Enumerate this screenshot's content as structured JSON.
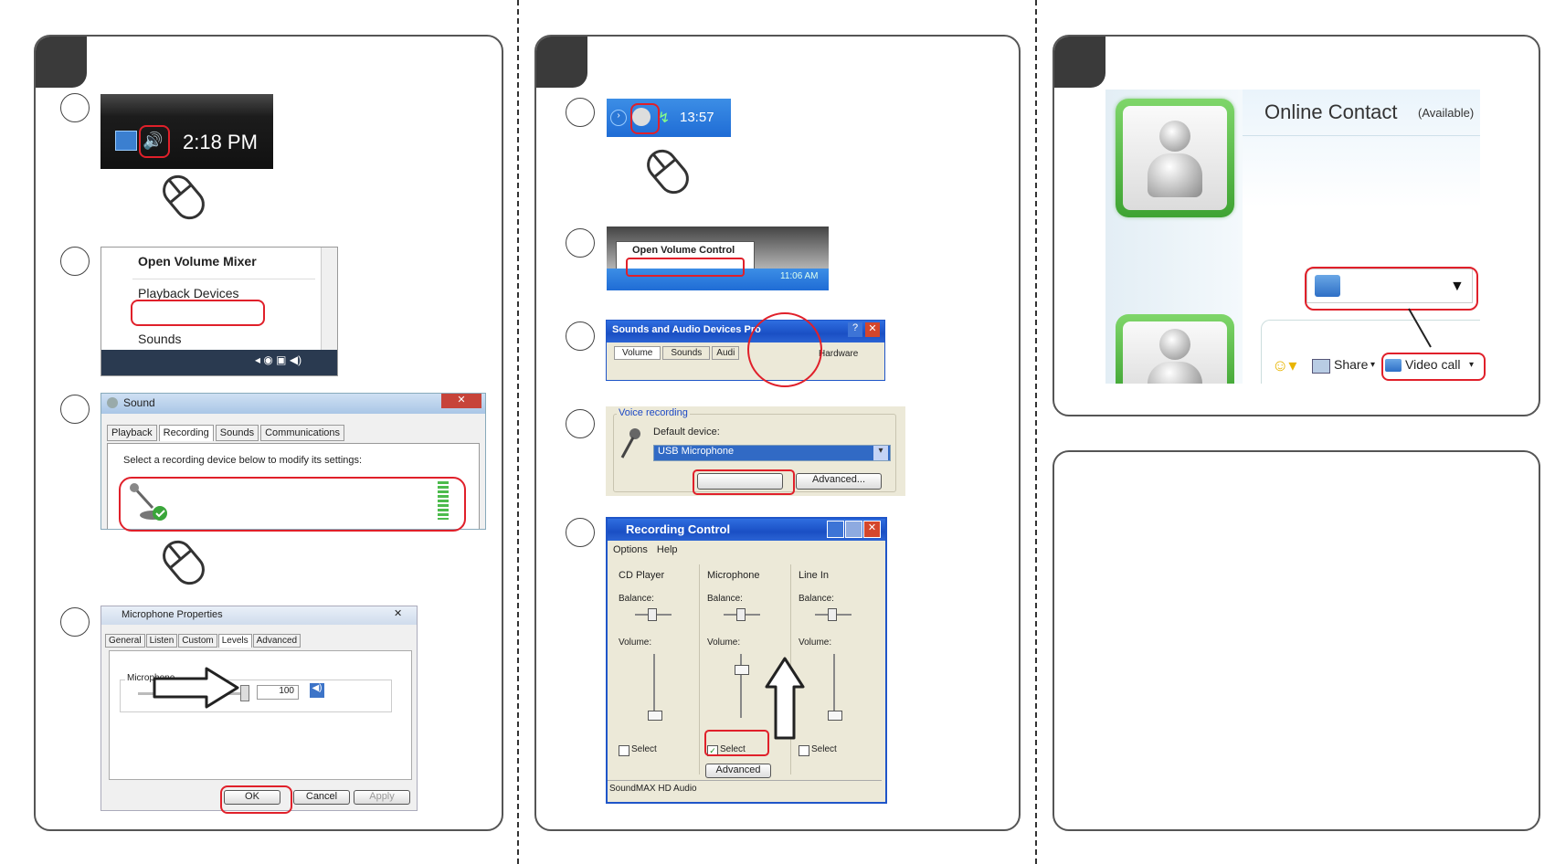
{
  "panel1": {
    "taskbar_time": "2:18 PM",
    "menu": {
      "open_volume_mixer": "Open Volume Mixer",
      "playback_devices": "Playback Devices",
      "sounds": "Sounds"
    },
    "sound_dialog": {
      "title": "Sound",
      "tabs": [
        "Playback",
        "Recording",
        "Sounds",
        "Communications"
      ],
      "instruction": "Select a recording device below to modify its settings:"
    },
    "mic_props": {
      "title": "Microphone Properties",
      "tabs": [
        "General",
        "Listen",
        "Custom",
        "Levels",
        "Advanced"
      ],
      "group_label": "Microphone",
      "level_value": "100",
      "ok": "OK",
      "cancel": "Cancel",
      "apply": "Apply"
    }
  },
  "panel2": {
    "tray_time": "13:57",
    "context_menu_item": "Open Volume Control",
    "tray_time_2": "11:06 AM",
    "sad_dialog": {
      "title": "Sounds and Audio Devices Pro",
      "tabs": [
        "Volume",
        "Sounds",
        "Audi",
        "Hardware"
      ]
    },
    "voice_recording": {
      "group": "Voice recording",
      "default_device_label": "Default device:",
      "device": "USB Microphone",
      "advanced": "Advanced..."
    },
    "recording_control": {
      "title": "Recording Control",
      "menu": [
        "Options",
        "Help"
      ],
      "channels": [
        {
          "name": "CD Player",
          "balance": "Balance:",
          "volume": "Volume:",
          "select": "Select",
          "checked": false
        },
        {
          "name": "Microphone",
          "balance": "Balance:",
          "volume": "Volume:",
          "select": "Select",
          "checked": true
        },
        {
          "name": "Line In",
          "balance": "Balance:",
          "volume": "Volume:",
          "select": "Select",
          "checked": false
        }
      ],
      "advanced": "Advanced",
      "status": "SoundMAX HD Audio"
    }
  },
  "panel3": {
    "contact_name": "Online Contact",
    "status": "(Available)",
    "share": "Share",
    "video_call": "Video call"
  },
  "colors": {
    "highlight_red": "#e0202a",
    "tab_dark": "#3a3a3a",
    "messenger_green": "#5cc04a"
  }
}
